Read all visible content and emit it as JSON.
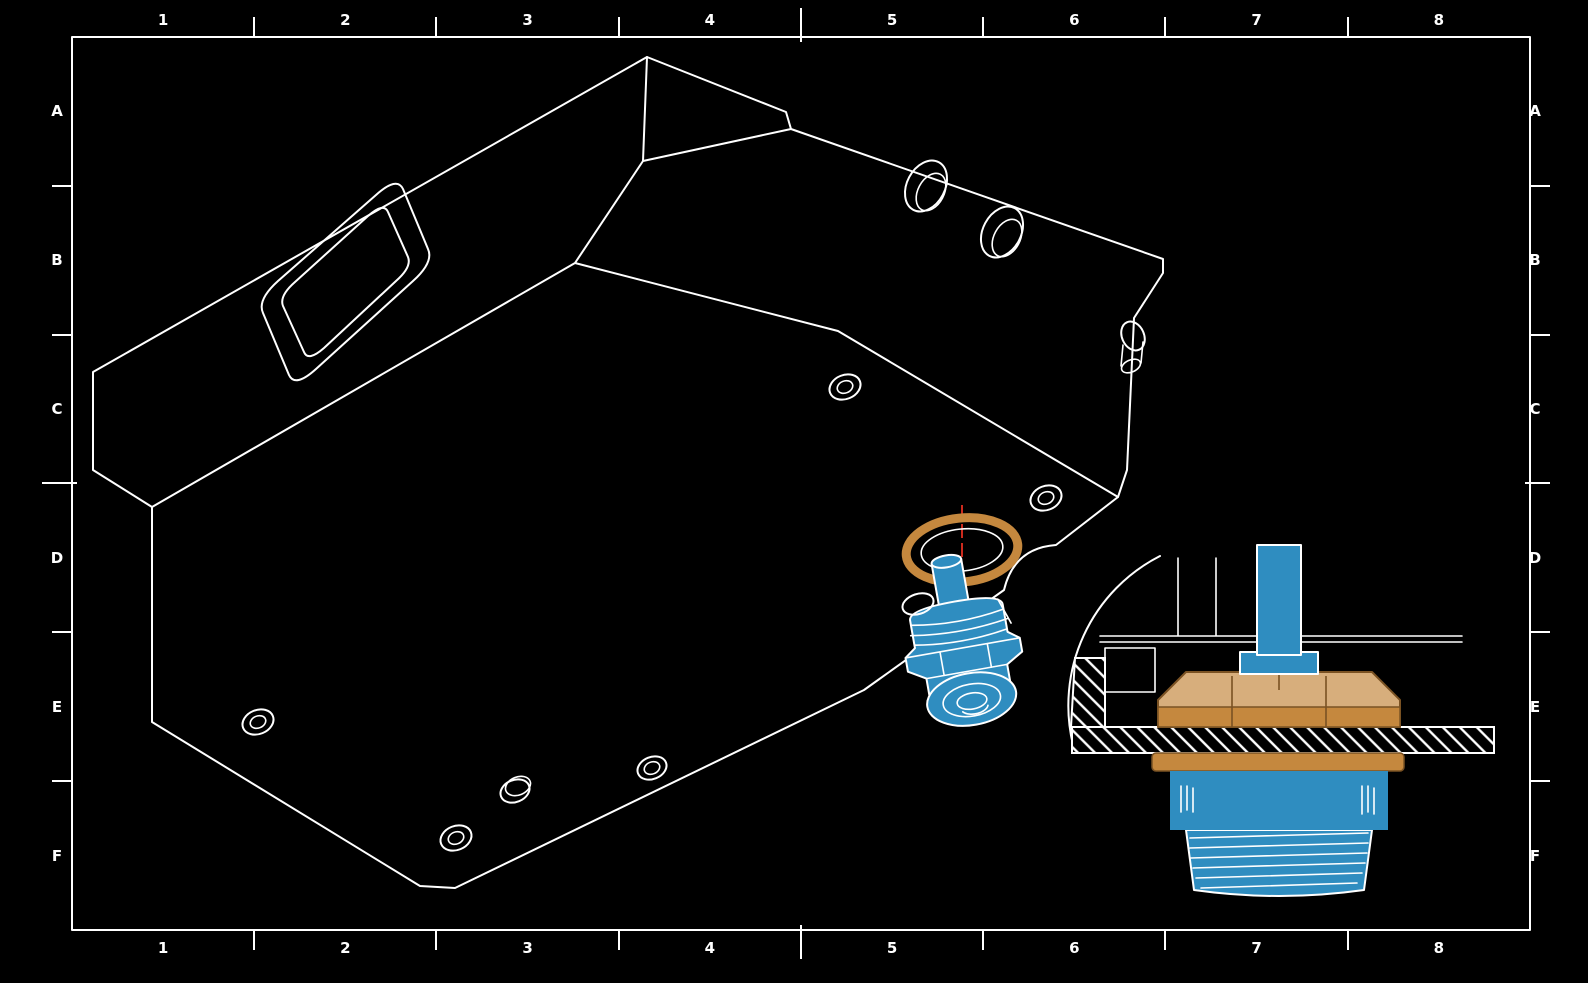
{
  "grid": {
    "columns": [
      "1",
      "2",
      "3",
      "4",
      "5",
      "6",
      "7",
      "8"
    ],
    "rows": [
      "A",
      "B",
      "C",
      "D",
      "E",
      "F"
    ]
  },
  "colors": {
    "background": "#000000",
    "line": "#ffffff",
    "highlight": "#2f8dc0",
    "accent": "#c5883e",
    "accent_light": "#d7ae7c",
    "accent_dark": "#7a5223",
    "centerline": "#cc2a1d"
  }
}
